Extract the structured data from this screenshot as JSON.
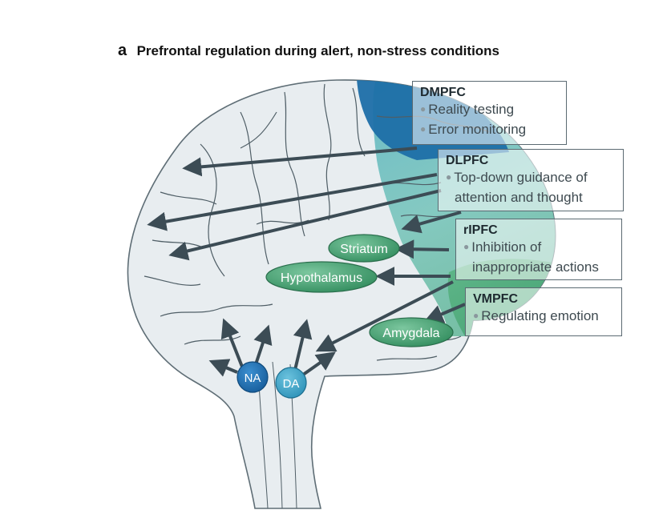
{
  "figure": {
    "panel_letter": "a",
    "title": "Prefrontal regulation during alert, non-stress conditions"
  },
  "regions": {
    "dmpfc": {
      "name": "DMPFC",
      "functions": [
        "Reality testing",
        "Error monitoring"
      ]
    },
    "dlpfc": {
      "name": "DLPFC",
      "functions": [
        "Top-down guidance of",
        "attention and thought"
      ]
    },
    "rlpfc": {
      "name": "rIPFC",
      "functions": [
        "Inhibition of",
        "inappropriate actions"
      ]
    },
    "vmpfc": {
      "name": "VMPFC",
      "functions": [
        "Regulating emotion"
      ]
    }
  },
  "structures": {
    "striatum": "Striatum",
    "hypothalamus": "Hypothalamus",
    "amygdala": "Amygdala",
    "na": "NA",
    "da": "DA"
  },
  "colors": {
    "dmpfc_region": "#1e6fa8",
    "pfc_region": "#6fbfb9",
    "vmpfc_region": "#48a876",
    "brain_fill": "#e8edf0",
    "brain_outline": "#5f6e76",
    "arrow": "#3c4c55",
    "green_node": "#3f9a6c",
    "na_node": "#1f6fb4",
    "da_node": "#3aa3c8"
  }
}
